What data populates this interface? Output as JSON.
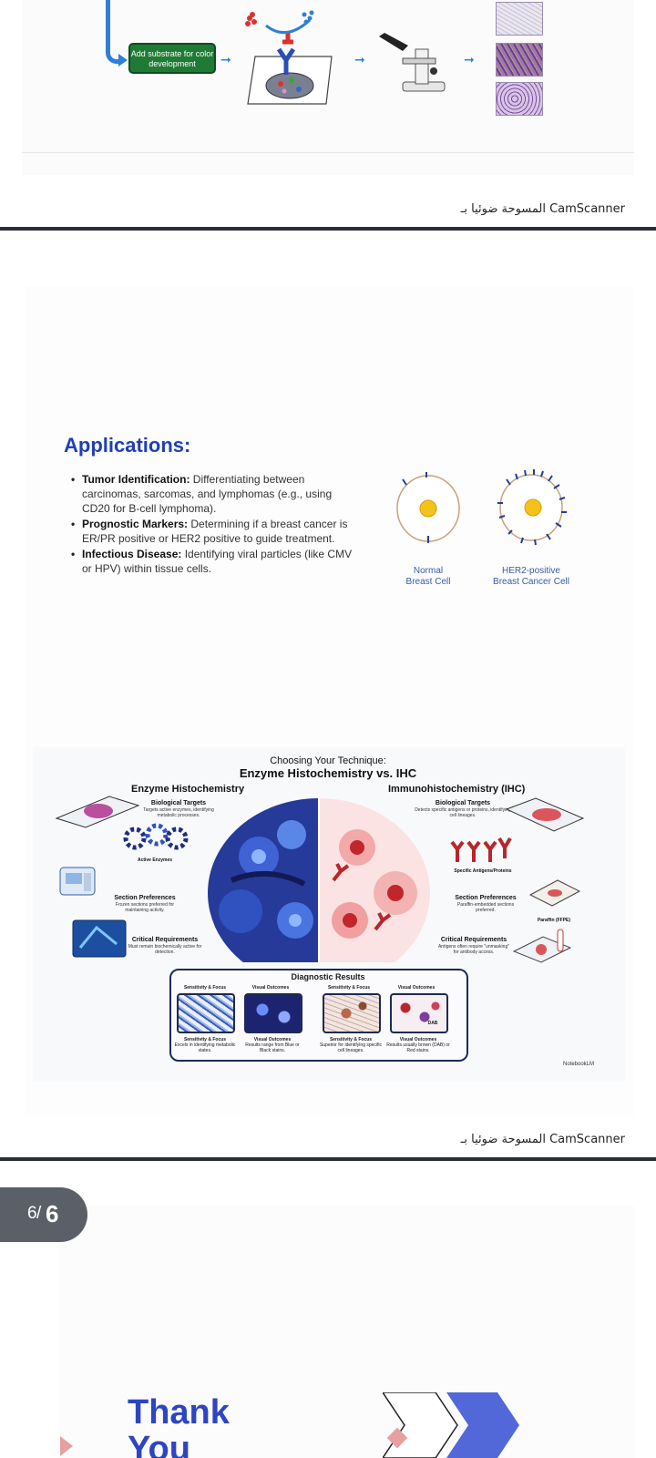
{
  "page_one": {
    "flow_step_label": "Add substrate for color development"
  },
  "scan_footer": "المسوحة ضوئيا بـ CamScanner",
  "applications": {
    "title": "Applications:",
    "bullets": [
      {
        "term": "Tumor Identification:",
        "text": " Differentiating between carcinomas, sarcomas, and lymphomas (e.g., using CD20 for B-cell lymphoma)."
      },
      {
        "term": "Prognostic Markers:",
        "text": " Determining if a breast cancer is ER/PR positive or HER2 positive to guide treatment."
      },
      {
        "term": "Infectious Disease:",
        "text": " Identifying viral particles (like CMV or HPV) within tissue cells."
      }
    ],
    "figure": {
      "normal_caption_1": "Normal",
      "normal_caption_2": "Breast Cell",
      "her2_caption_1": "HER2-positive",
      "her2_caption_2": "Breast Cancer Cell"
    }
  },
  "infographic": {
    "subtitle": "Choosing Your Technique:",
    "title": "Enzyme Histochemistry vs. IHC",
    "left_heading": "Enzyme Histochemistry",
    "right_heading": "Immunohistochemistry (IHC)",
    "left": {
      "targets_title": "Biological Targets",
      "targets_text": "Targets active enzymes, identifying metabolic processes.",
      "enzymes_label": "Active Enzymes",
      "section_title": "Section Preferences",
      "section_text": "Frozen sections preferred for maintaining activity.",
      "critical_title": "Critical Requirements",
      "critical_text": "Must remain biochemically active for detection."
    },
    "right": {
      "targets_title": "Biological Targets",
      "targets_text": "Detects specific antigens or proteins, identifying cell lineages.",
      "antigens_label": "Specific Antigens/Proteins",
      "section_title": "Section Preferences",
      "section_text": "Paraffin-embedded sections preferred.",
      "ffpe_label": "Paraffin (FFPE)",
      "critical_title": "Critical Requirements",
      "critical_text": "Antigens often require \"unmasking\" for antibody access."
    },
    "results": {
      "title": "Diagnostic Results",
      "col_sens": "Sensitivity & Focus",
      "col_visual": "Visual Outcomes",
      "dab_label": "DAB",
      "enz_sens_title": "Sensitivity & Focus",
      "enz_sens_text": "Excels in identifying metabolic states.",
      "enz_vis_title": "Visual Outcomes",
      "enz_vis_text": "Results range from Blue or Black stains.",
      "ihc_sens_title": "Sensitivity & Focus",
      "ihc_sens_text": "Superior for identifying specific cell lineages.",
      "ihc_vis_title": "Visual Outcomes",
      "ihc_vis_text": "Results usually brown (DAB) or Red stains."
    },
    "brand": "NotebookLM"
  },
  "pager": {
    "current": "6",
    "separator": "/",
    "total": "6"
  },
  "closing": {
    "line1": "Thank",
    "line2": "You"
  }
}
